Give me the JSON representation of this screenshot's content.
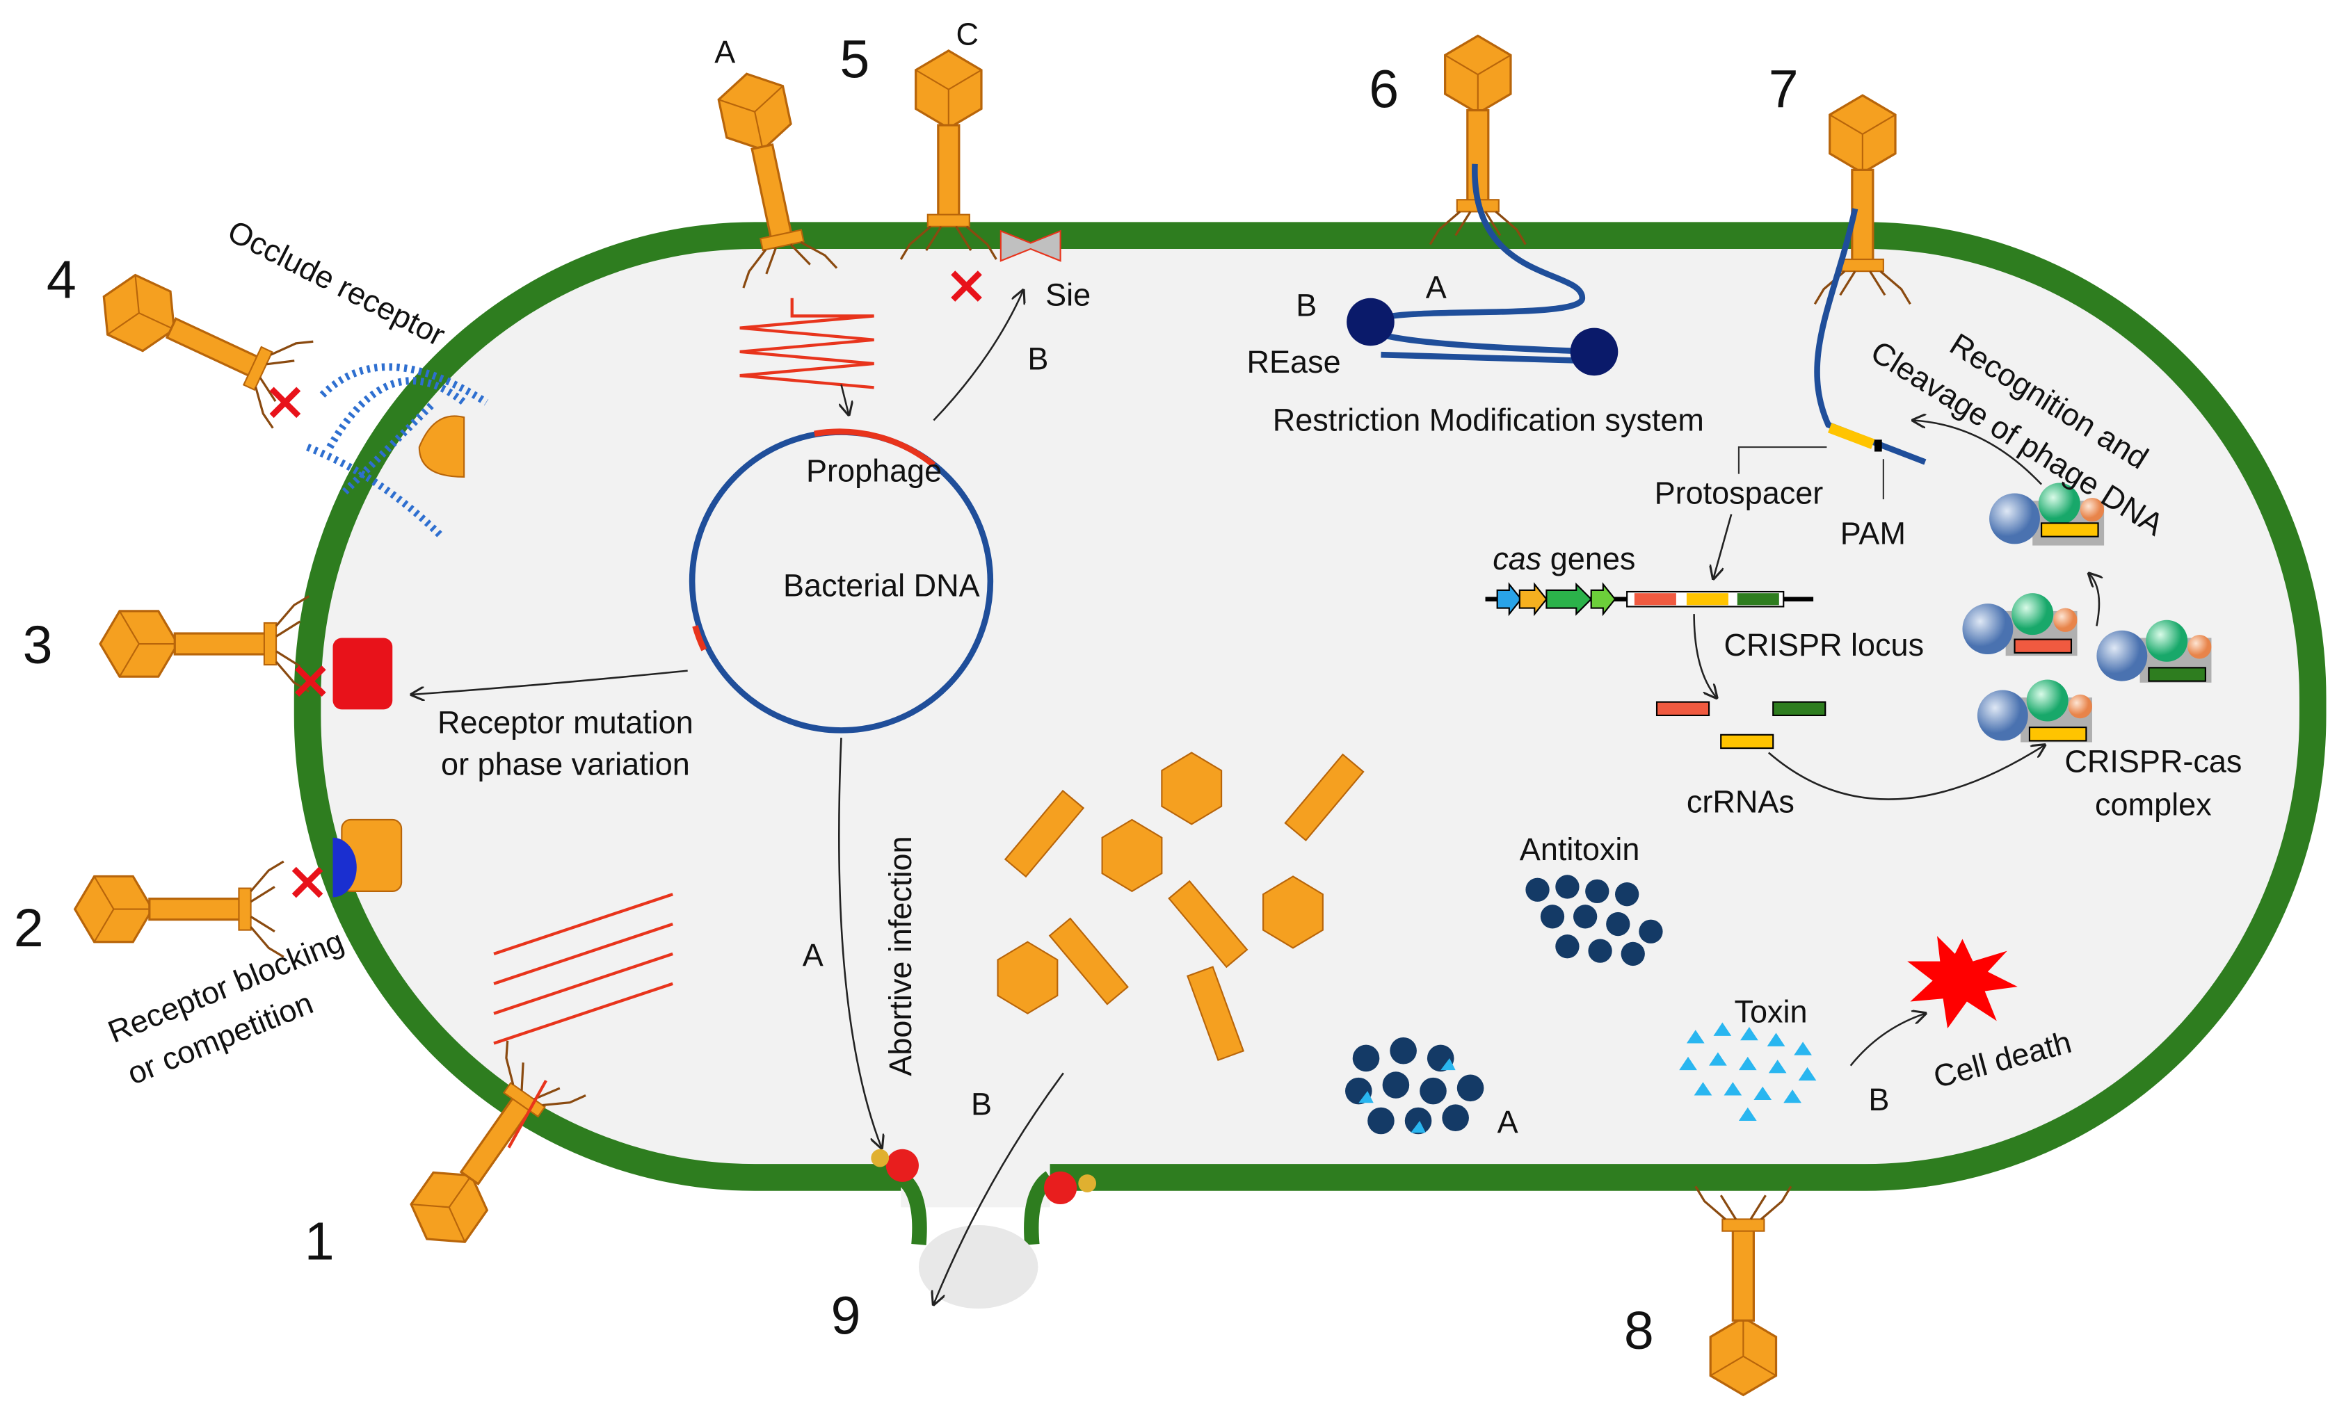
{
  "numbers": {
    "n1": "1",
    "n2": "2",
    "n3": "3",
    "n4": "4",
    "n5": "5",
    "n6": "6",
    "n7": "7",
    "n8": "8",
    "n9": "9"
  },
  "letters": {
    "a5": "A",
    "c5": "C",
    "b5": "B",
    "b6": "B",
    "a6": "A",
    "a9": "A",
    "b9": "B",
    "a8": "A",
    "b8": "B"
  },
  "labels": {
    "occlude_receptor": "Occlude receptor",
    "sie": "Sie",
    "prophage": "Prophage",
    "bacterial_dna": "Bacterial DNA",
    "receptor_mutation_1": "Receptor mutation",
    "receptor_mutation_2": "or phase variation",
    "receptor_blocking_1": "Receptor blocking",
    "receptor_blocking_2": "or competition",
    "abortive_infection": "Abortive infection",
    "rease": "REase",
    "rm_system": "Restriction Modification system",
    "recognition_1": "Recognition and",
    "recognition_2": "Cleavage of phage DNA",
    "protospacer": "Protospacer",
    "pam": "PAM",
    "cas": "cas",
    "genes": " genes",
    "crispr_locus": "CRISPR locus",
    "crrnas": "crRNAs",
    "crispr_cas_1": "CRISPR-cas",
    "crispr_cas_2": "complex",
    "antitoxin": "Antitoxin",
    "toxin": "Toxin",
    "cell_death": "Cell death"
  },
  "colors": {
    "cell_wall": "#2e7d1f",
    "cytoplasm": "#f2f2f2",
    "phage": "#f5a020",
    "phage_outline": "#b8650a",
    "dna": "#1f4e9a",
    "prophage": "#e8341c",
    "block_x": "#e8121a",
    "toxin": "#29b6f0",
    "antitoxin": "#143a66"
  }
}
